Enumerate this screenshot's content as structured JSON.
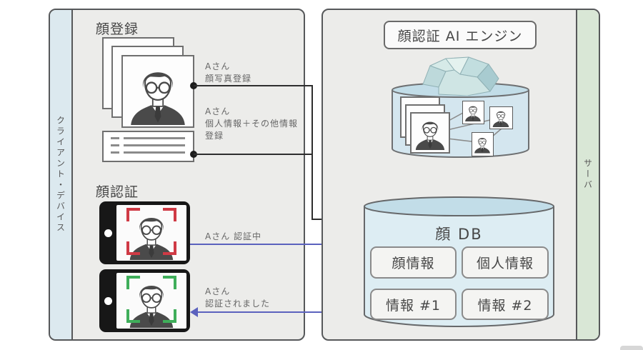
{
  "colors": {
    "panel_fill": "#ececea",
    "panel_border": "#56585a",
    "client_strip": "#dce9ef",
    "server_strip": "#d9e7d6",
    "black_line": "#2e2e2e",
    "blue_line": "#5b62be",
    "red_frame": "#cf3a45",
    "green_frame": "#3fae5a",
    "cylinder_fill": "#d9eaf2",
    "cylinder_top": "#c2dde8"
  },
  "client_panel": {
    "strip_label": "クライアント・デバイス",
    "register": {
      "title": "顔登録",
      "photo_label_1": "Aさん",
      "photo_label_2": "顔写真登録",
      "info_label_1": "Aさん",
      "info_label_2": "個人情報＋その他情報",
      "info_label_3": "登録"
    },
    "auth": {
      "title": "顔認証",
      "authing_label": "Aさん 認証中",
      "authed_label_1": "Aさん",
      "authed_label_2": "認証されました"
    }
  },
  "server_panel": {
    "strip_label": "サーバ",
    "engine_title": "顔認証 AI エンジン",
    "db": {
      "title": "顔 DB",
      "items": [
        {
          "label": "顔情報"
        },
        {
          "label": "個人情報"
        },
        {
          "label": "情報 #1"
        },
        {
          "label": "情報 #2"
        }
      ]
    }
  }
}
